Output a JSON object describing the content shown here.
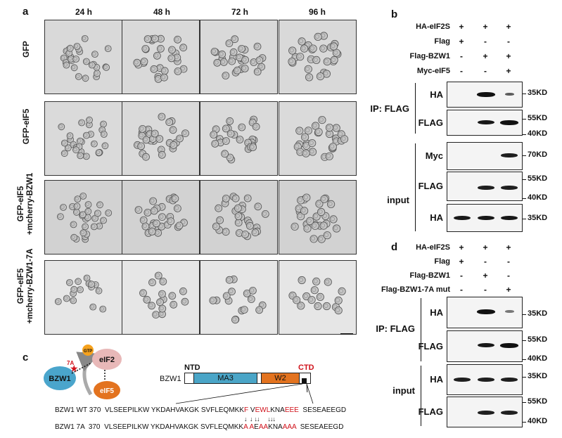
{
  "panel_a": {
    "letter": "a",
    "timepoints": [
      "24 h",
      "48 h",
      "72 h",
      "96 h"
    ],
    "rows": [
      {
        "label": "GFP"
      },
      {
        "label": "GFP-eIF5"
      },
      {
        "label_1": "GFP-eIF5",
        "label_2": "+mcherry-BZW1"
      },
      {
        "label_1": "GFP-eIF5",
        "label_2": "+mcherry-BZW1-7A"
      }
    ]
  },
  "panel_b": {
    "letter": "b",
    "conditions": [
      {
        "label": "HA-eIF2S",
        "signs": [
          "+",
          "+",
          "+"
        ]
      },
      {
        "label": "Flag",
        "signs": [
          "+",
          "-",
          "-"
        ]
      },
      {
        "label": "Flag-BZW1",
        "signs": [
          "-",
          "+",
          "+"
        ]
      },
      {
        "label": "Myc-eIF5",
        "signs": [
          "-",
          "-",
          "+"
        ]
      }
    ],
    "groups": {
      "ip": "IP: FLAG",
      "input": "input"
    },
    "blots": [
      {
        "label": "HA",
        "markers": [
          "35KD"
        ],
        "bands": [
          0,
          1.0,
          0.45
        ]
      },
      {
        "label": "FLAG",
        "markers": [
          "55KD",
          "40KD"
        ],
        "bands": [
          0,
          0.95,
          1.0
        ]
      },
      {
        "label": "Myc",
        "markers": [
          "70KD"
        ],
        "bands": [
          0,
          0,
          0.9
        ]
      },
      {
        "label": "FLAG",
        "markers": [
          "55KD",
          "40KD"
        ],
        "bands": [
          0,
          0.9,
          0.9
        ]
      },
      {
        "label": "HA",
        "markers": [
          "35KD"
        ],
        "bands": [
          0.95,
          0.95,
          0.95
        ]
      }
    ]
  },
  "panel_d": {
    "letter": "d",
    "conditions": [
      {
        "label": "HA-eIF2S",
        "signs": [
          "+",
          "+",
          "+"
        ]
      },
      {
        "label": "Flag",
        "signs": [
          "+",
          "-",
          "-"
        ]
      },
      {
        "label": "Flag-BZW1",
        "signs": [
          "-",
          "+",
          "-"
        ]
      },
      {
        "label": "Flag-BZW1-7A mut",
        "signs": [
          "-",
          "-",
          "+"
        ]
      }
    ],
    "groups": {
      "ip": "IP: FLAG",
      "input": "input"
    },
    "blots": [
      {
        "label": "HA",
        "markers": [
          "35KD"
        ],
        "bands": [
          0,
          1.0,
          0.25
        ]
      },
      {
        "label": "FLAG",
        "markers": [
          "55KD",
          "40KD"
        ],
        "bands": [
          0,
          0.95,
          1.0
        ]
      },
      {
        "label": "HA",
        "markers": [
          "35KD"
        ],
        "bands": [
          0.9,
          0.9,
          0.9
        ]
      },
      {
        "label": "FLAG",
        "markers": [
          "55KD",
          "40KD"
        ],
        "bands": [
          0,
          0.9,
          0.9
        ]
      }
    ]
  },
  "panel_c": {
    "letter": "c",
    "diagram": {
      "bzw1": "BZW1",
      "eif2": "eIF2",
      "gtp": "GTP",
      "eif5": "eIF5",
      "mut": "7A"
    },
    "domain_map": {
      "protein": "BZW1",
      "ntd": "NTD",
      "ctd": "CTD",
      "ma3": "MA3",
      "w2": "W2"
    },
    "sequences": {
      "wt_label": "BZW1 WT",
      "mut_label": "BZW1 7A",
      "start": "370",
      "wt_a": "VLSEEPILKW YKDAHVAKGK SVFLEQMKK",
      "wt_b": "F",
      "wt_c": " V",
      "wt_d": "E",
      "wt_e": "W",
      "wt_f": "L",
      "wt_g": "KNA",
      "wt_h": "EEE",
      "wt_i": " SESEAEEGD",
      "mut_a": "VLSEEPILKW YKDAHVAKGK SVFLEQMKK",
      "mut_b": "A",
      "mut_c": " A",
      "mut_d": "E",
      "mut_e": "AA",
      "mut_g": "KNA",
      "mut_h": "AAA",
      "mut_i": " SESEAEEGD"
    }
  }
}
